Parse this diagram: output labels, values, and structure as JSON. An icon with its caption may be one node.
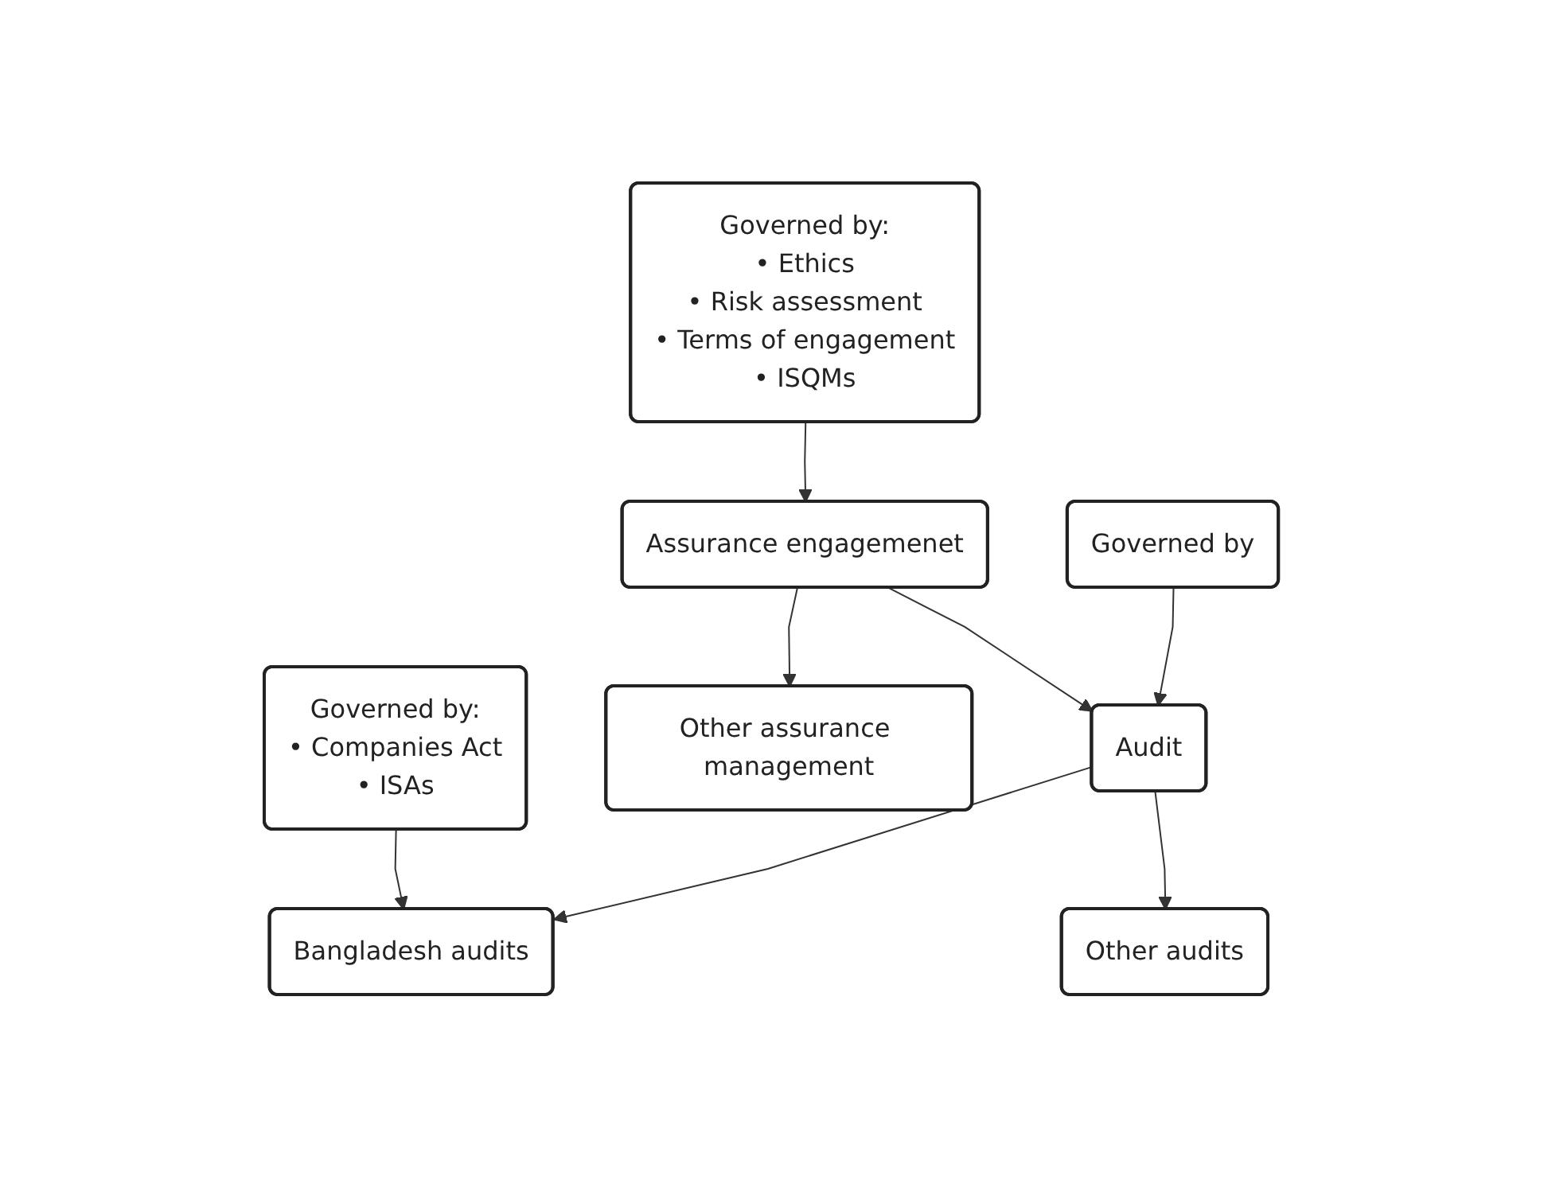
{
  "diagram": {
    "nodes": [
      {
        "text": [
          "Governed by:",
          "• Ethics",
          "• Risk assessment",
          "• Terms of engagement",
          "• ISQMs"
        ]
      },
      {
        "text": [
          "Governed by"
        ]
      },
      {
        "text": [
          "Assurance engagemenet"
        ]
      },
      {
        "text": [
          "Audit"
        ]
      },
      {
        "text": [
          "Other assurance management"
        ]
      },
      {
        "text": [
          "Bangladesh audits"
        ]
      },
      {
        "text": [
          "Other audits"
        ]
      },
      {
        "text": [
          "Governed by:",
          "• Companies Act",
          "• ISAs"
        ]
      }
    ],
    "edges": [
      {
        "from": 0,
        "to": 2,
        "arrow": "to"
      },
      {
        "from": 1,
        "to": 3,
        "arrow": "to"
      },
      {
        "from": 2,
        "to": 3,
        "arrow": "to"
      },
      {
        "from": 2,
        "to": 4,
        "arrow": "to"
      },
      {
        "from": 3,
        "to": 5,
        "arrow": "to"
      },
      {
        "from": 3,
        "to": 6,
        "arrow": "to"
      },
      {
        "from": 7,
        "to": 5,
        "arrow": "to"
      }
    ]
  }
}
